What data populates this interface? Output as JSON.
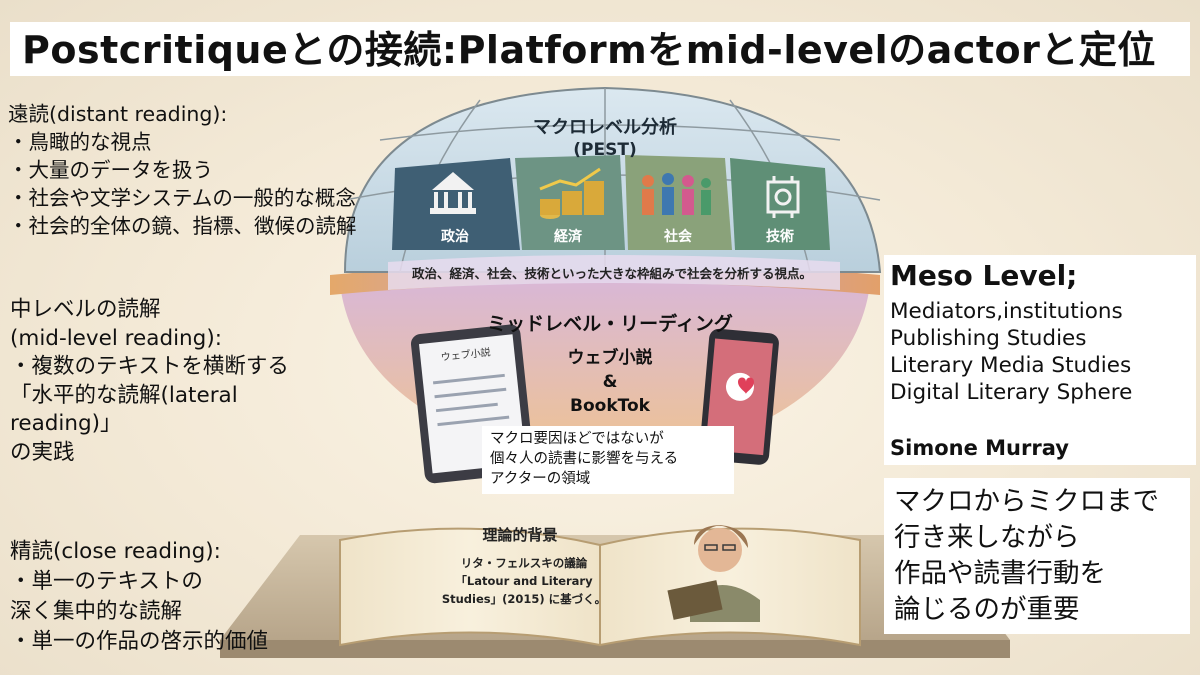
{
  "title": "Postcritiqueとの接続:Platformをmid-levelのactorと定位",
  "distant": {
    "heading": "遠読(distant reading):",
    "items": [
      "・鳥瞰的な視点",
      "・大量のデータを扱う",
      "・社会や文学システムの一般的な概念",
      "・社会的全体の鏡、指標、徴候の読解"
    ]
  },
  "mid": {
    "lines": [
      "中レベルの読解",
      "(mid-level reading):",
      "・複数のテキストを横断する",
      "「水平的な読解(lateral",
      "reading)」",
      "の実践"
    ]
  },
  "close": {
    "lines": [
      "精読(close reading):",
      "・単一のテキストの",
      "深く集中的な読解",
      "・単一の作品の啓示的価値"
    ]
  },
  "dome": {
    "title": "マクロレベル分析",
    "subtitle": "(PEST)",
    "panels": [
      "政治",
      "経済",
      "社会",
      "技術"
    ],
    "band_text": "政治、経済、社会、技術といった大きな枠組みで社会を分析する視点。"
  },
  "middle": {
    "title": "ミッドレベル・リーディング",
    "line1": "ウェブ小説",
    "line2": "&",
    "line3": "BookTok",
    "tablet_label": "ウェブ小説"
  },
  "book": {
    "title": "理論的背景",
    "line1": "リタ・フェルスキの議論",
    "line2": "「Latour and Literary",
    "line3": "Studies」(2015) に基づく。"
  },
  "callout": {
    "lines": [
      "マクロ要因ほどではないが",
      "個々人の読書に影響を与える",
      "アクターの領域"
    ]
  },
  "meso": {
    "title": "Meso Level;",
    "items": [
      "Mediators,institutions",
      "Publishing Studies",
      "Literary Media Studies",
      "Digital Literary Sphere"
    ],
    "author": "Simone Murray"
  },
  "macro_note": {
    "lines": [
      "マクロからミクロまで",
      "行き来しながら",
      "作品や読書行動を",
      "論じるのが重要"
    ]
  },
  "icons": {
    "politics": "capitol-building-icon",
    "economy": "coins-chart-icon",
    "society": "people-icon",
    "technology": "chip-gear-icon",
    "tablet": "tablet-icon",
    "phone": "smartphone-icon",
    "heart": "heart-icon"
  },
  "colors": {
    "panel_politics": "#3f5f74",
    "panel_economy": "#5e8a7c",
    "panel_society": "#8aa27a",
    "panel_technology": "#5f8f76",
    "mid_band": "#c9a4c8",
    "book_cover": "#c98c4a"
  }
}
